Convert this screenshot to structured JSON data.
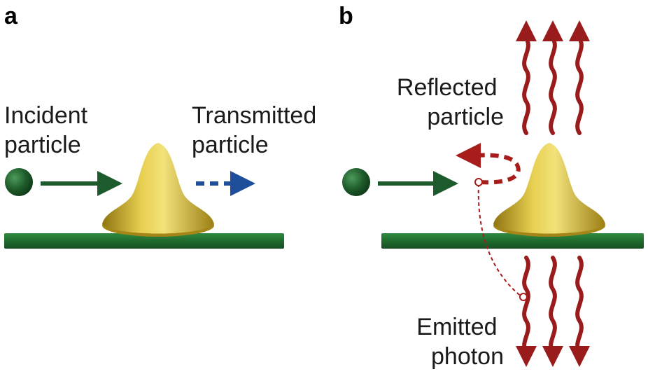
{
  "panels": {
    "a": {
      "label": "a",
      "incident_line1": "Incident",
      "incident_line2": "particle",
      "transmitted_line1": "Transmitted",
      "transmitted_line2": "particle"
    },
    "b": {
      "label": "b",
      "reflected_line1": "Reflected",
      "reflected_line2": "particle",
      "emitted_line1": "Emitted",
      "emitted_line2": "photon"
    }
  },
  "colors": {
    "rail": "#1f6b2e",
    "particle": "#1e5a2a",
    "incident_arrow": "#1d5a2c",
    "transmitted_arrow": "#1f4f9a",
    "reflected_arrow": "#a81c1c",
    "photon": "#9a1b1b",
    "barrier": "#d8b828"
  }
}
